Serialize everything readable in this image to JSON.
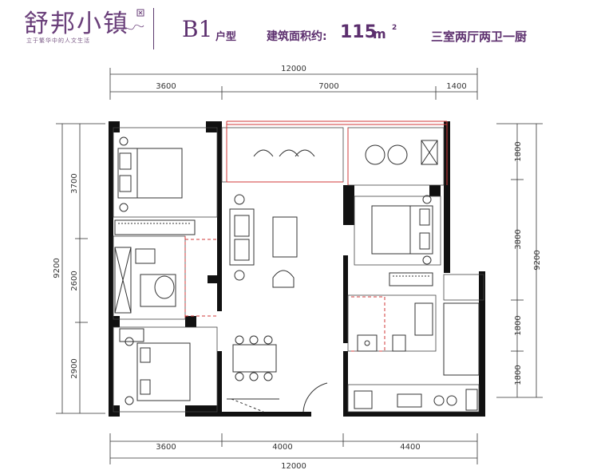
{
  "header": {
    "brand_name": "舒邦小镇",
    "brand_slogan": "立于繁华中的人文生活",
    "unit_code": "B1",
    "unit_code_suffix": "户型",
    "area_label": "建筑面积约:",
    "area_value": "115",
    "area_unit": "m",
    "area_unit_sup": "2",
    "layout_description": "三室两厅两卫一厨"
  },
  "dimensions": {
    "top_total": "12000",
    "top_segments": [
      "3600",
      "7000",
      "1400"
    ],
    "bottom_total": "12000",
    "bottom_segments": [
      "3600",
      "4000",
      "4400"
    ],
    "left_total": "9200",
    "left_segments": [
      "3700",
      "2600",
      "2900"
    ],
    "right_total": "9200",
    "right_segments": [
      "1800",
      "3800",
      "1800",
      "1800"
    ]
  },
  "colors": {
    "brand": "#5c2f6e",
    "wall": "#111111",
    "red_line": "#d23a3a",
    "dimension": "#333333"
  }
}
